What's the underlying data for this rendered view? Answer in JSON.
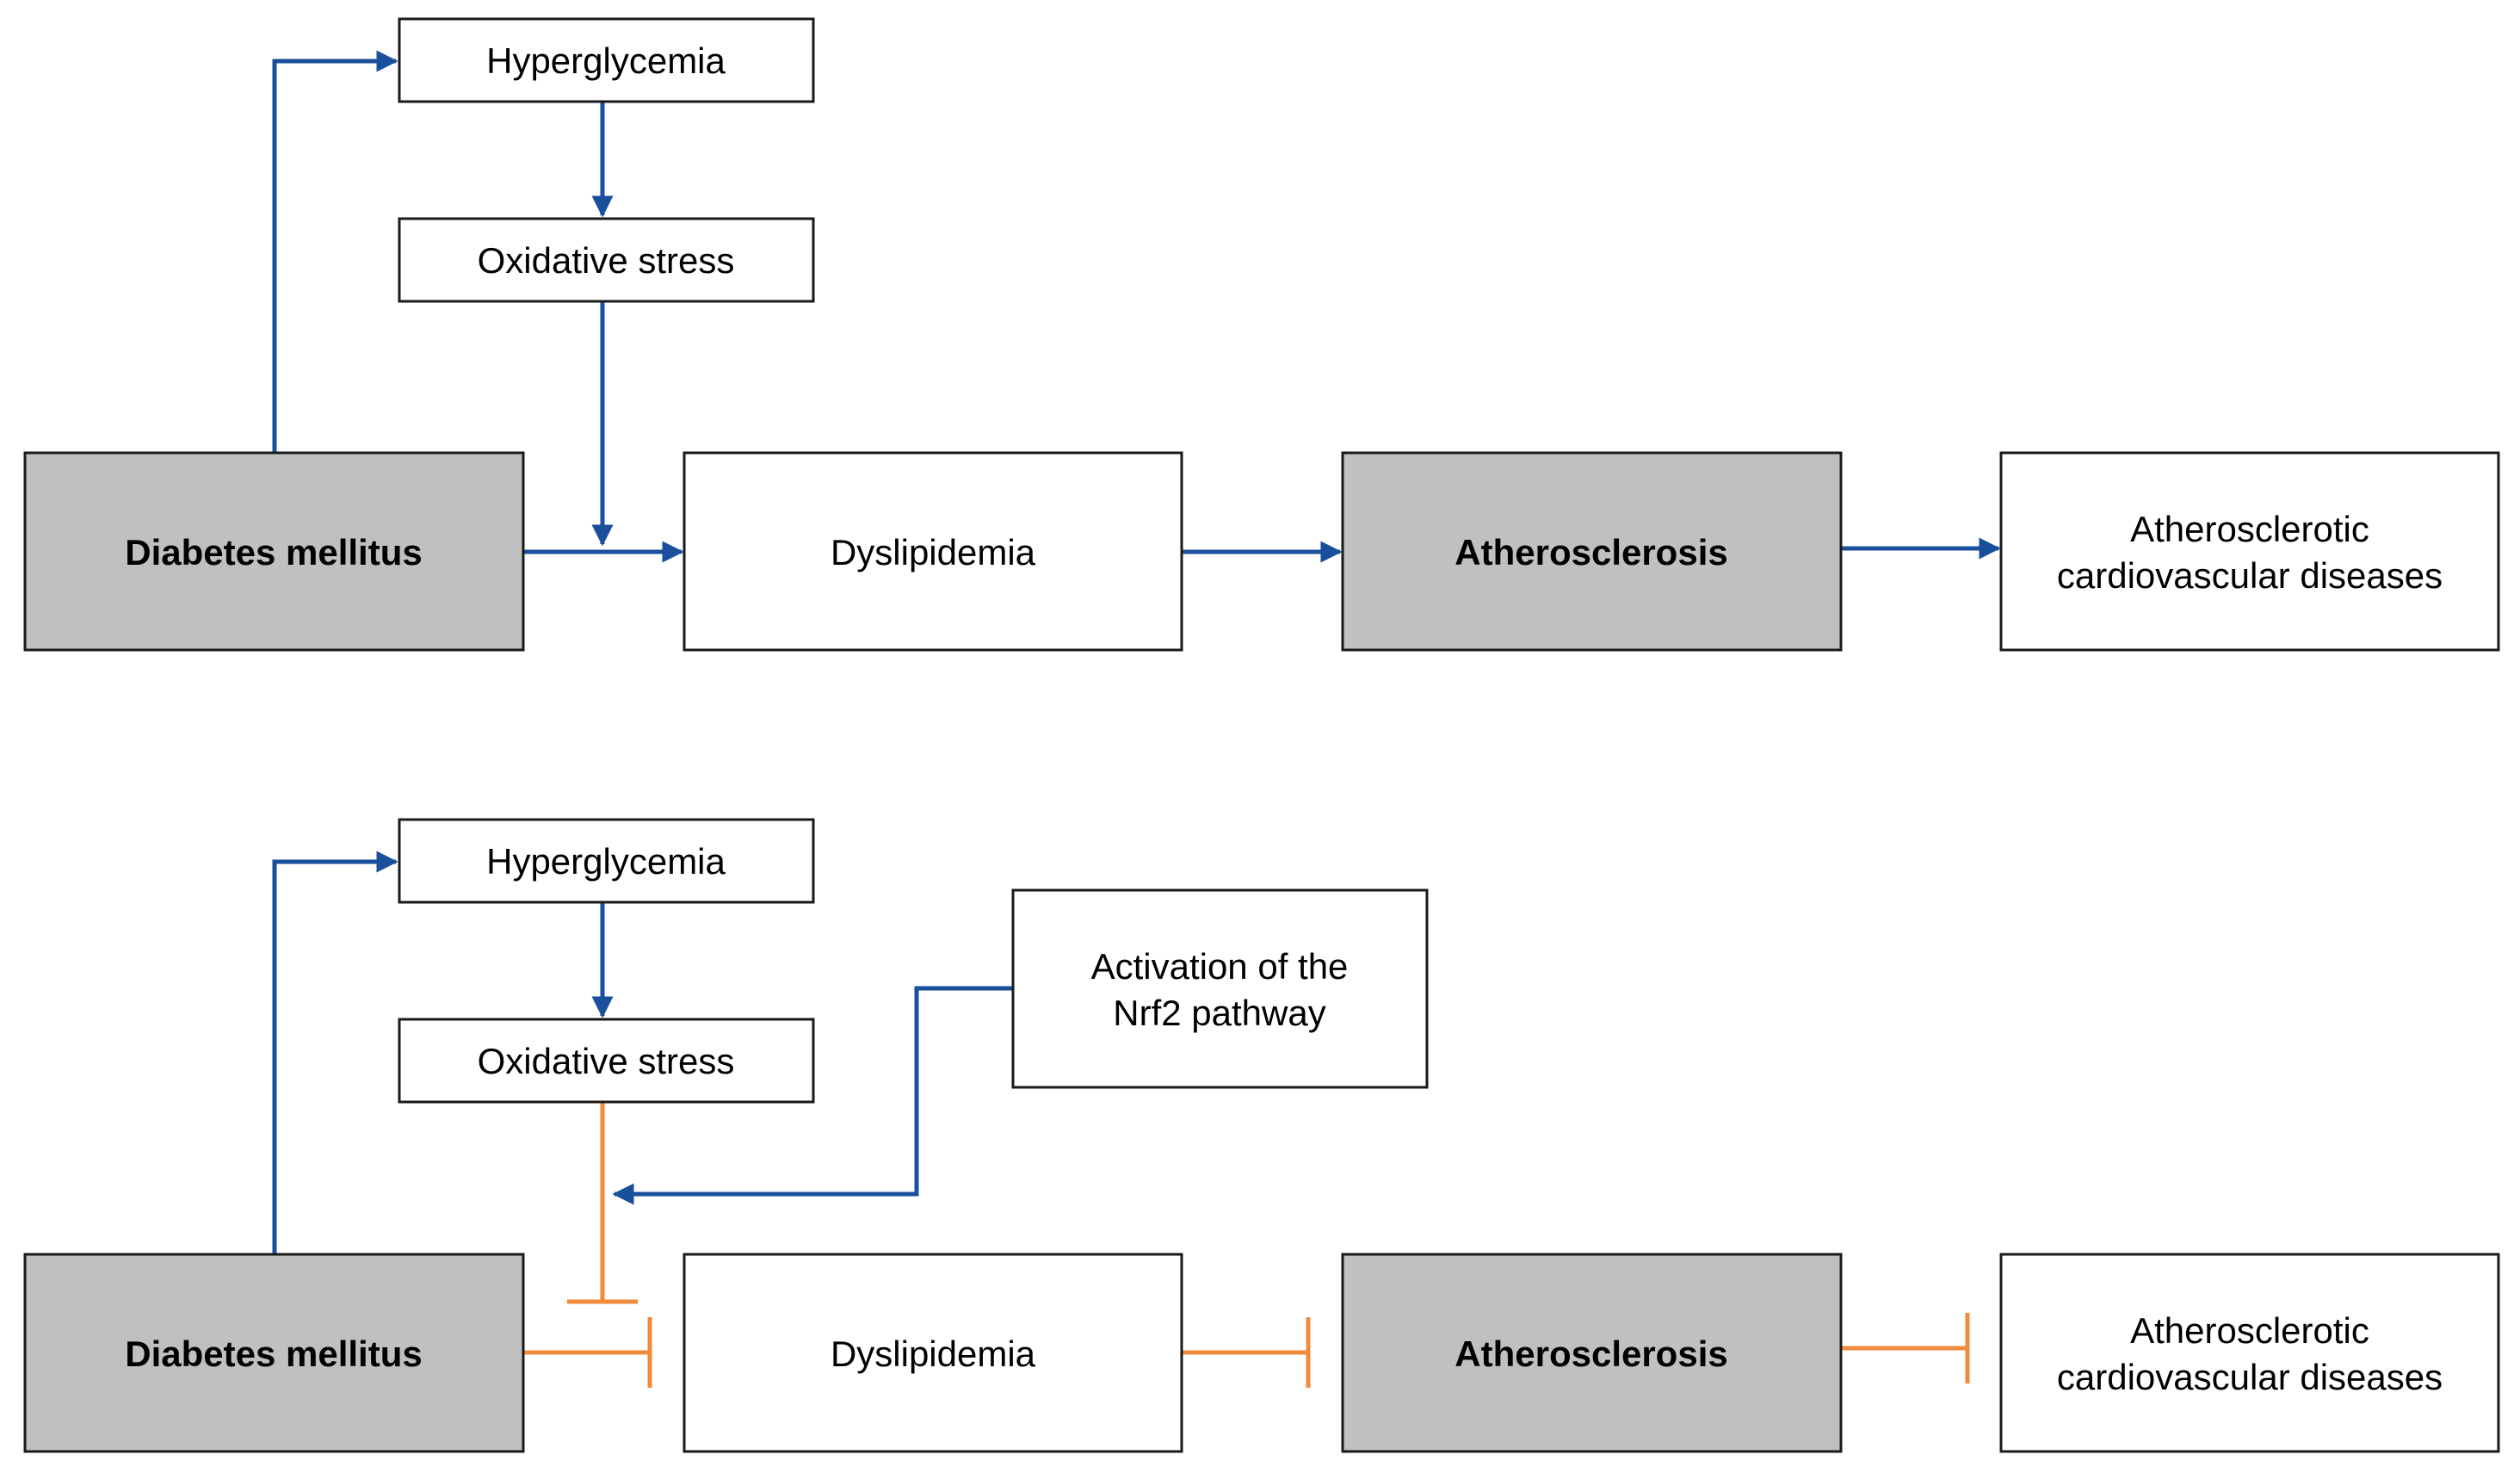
{
  "colors": {
    "activation_arrow": "#1a4f9c",
    "inhibition_line": "#f28a3c",
    "key_node_fill": "#c0c0c0",
    "node_fill": "#ffffff",
    "node_border": "#1a1a1a"
  },
  "top_panel": {
    "hyperglycemia": "Hyperglycemia",
    "oxidative_stress": "Oxidative stress",
    "diabetes_mellitus": "Diabetes mellitus",
    "dyslipidemia": "Dyslipidemia",
    "atherosclerosis": "Atherosclerosis",
    "ascvd_line1": "Atherosclerotic",
    "ascvd_line2": "cardiovascular diseases"
  },
  "bottom_panel": {
    "hyperglycemia": "Hyperglycemia",
    "oxidative_stress": "Oxidative stress",
    "nrf2_line1": "Activation of the",
    "nrf2_line2": "Nrf2 pathway",
    "diabetes_mellitus": "Diabetes mellitus",
    "dyslipidemia": "Dyslipidemia",
    "atherosclerosis": "Atherosclerosis",
    "ascvd_line1": "Atherosclerotic",
    "ascvd_line2": "cardiovascular diseases"
  }
}
